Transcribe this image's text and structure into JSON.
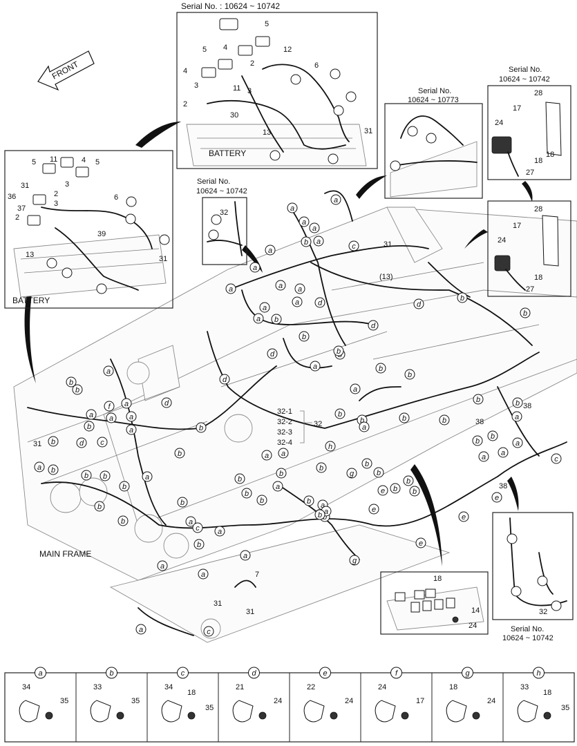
{
  "labels": {
    "front": "FRONT",
    "main_frame": "MAIN FRAME",
    "battery_top": "BATTERY",
    "battery_left": "BATTERY"
  },
  "serials": {
    "top_inset": "Serial No. : 10624 ~ 10742",
    "left_small_line1": "Serial No.",
    "left_small_line2": "10624 ~ 10742",
    "mid_right_line1": "Serial No.",
    "mid_right_line2": "10624 ~ 10773",
    "right_line1": "Serial No.",
    "right_line2": "10624 ~ 10742",
    "bottom_right_line1": "Serial No.",
    "bottom_right_line2": "10624 ~ 10742"
  },
  "top_inset_numbers": [
    "5",
    "4",
    "5",
    "4",
    "2",
    "12",
    "3",
    "6",
    "11",
    "3",
    "2",
    "30",
    "13",
    "31"
  ],
  "left_inset_numbers": [
    "11",
    "4",
    "5",
    "5",
    "31",
    "3",
    "2",
    "36",
    "3",
    "37",
    "2",
    "6",
    "39",
    "13",
    "31"
  ],
  "small_left_inset_numbers": [
    "32"
  ],
  "right_inset_numbers": [
    "28",
    "17",
    "24",
    "18",
    "18",
    "27"
  ],
  "right_lower_inset_numbers": [
    "28",
    "17",
    "24",
    "18",
    "27"
  ],
  "main_numbers": [
    "31",
    "(13)",
    "31",
    "32",
    "38",
    "38",
    "38",
    "7",
    "31",
    "31"
  ],
  "group_32": [
    "32-1",
    "32-2",
    "32-3",
    "32-4"
  ],
  "bottom_mid_inset_numbers": [
    "18",
    "14",
    "24"
  ],
  "bottom_right_inset_numbers": [
    "32"
  ],
  "clamp_letters": [
    "a",
    "b",
    "c",
    "d",
    "e",
    "f",
    "g",
    "h"
  ],
  "legend": [
    {
      "letter": "a",
      "numbers": [
        "34",
        "35"
      ]
    },
    {
      "letter": "b",
      "numbers": [
        "33",
        "35"
      ]
    },
    {
      "letter": "c",
      "numbers": [
        "34",
        "18",
        "35"
      ]
    },
    {
      "letter": "d",
      "numbers": [
        "21",
        "24"
      ]
    },
    {
      "letter": "e",
      "numbers": [
        "22",
        "24"
      ]
    },
    {
      "letter": "f",
      "numbers": [
        "24",
        "17"
      ]
    },
    {
      "letter": "g",
      "numbers": [
        "18",
        "24"
      ]
    },
    {
      "letter": "h",
      "numbers": [
        "33",
        "18",
        "35"
      ]
    }
  ]
}
